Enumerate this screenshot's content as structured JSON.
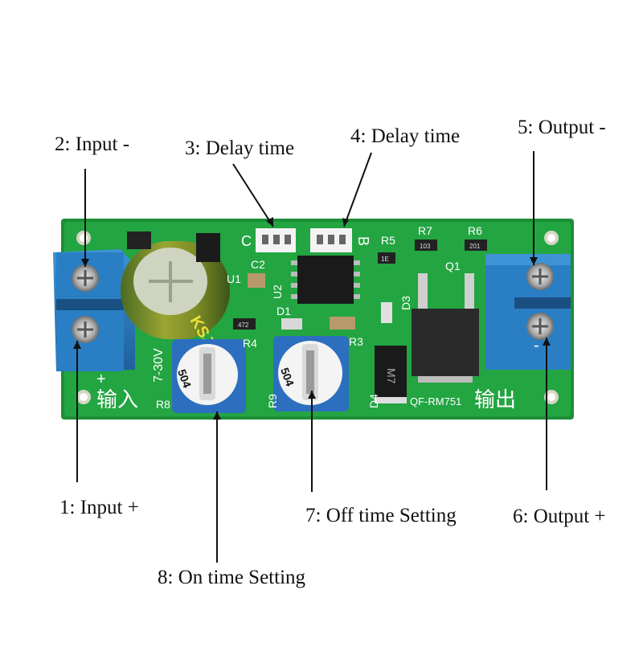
{
  "labels": {
    "input_minus": "2: Input -",
    "delay_time_3": "3: Delay time",
    "delay_time_4": "4: Delay time",
    "output_minus": "5: Output -",
    "input_plus": "1: Input +",
    "off_time": "7: Off time Setting",
    "output_plus": "6: Output +",
    "on_time": "8: On time Setting"
  },
  "board": {
    "model": "QF-RM751",
    "input_cn": "输入",
    "output_cn": "输出",
    "voltage": "7-30V",
    "pot_code": "504",
    "cap_text": "KSJ",
    "silk": {
      "c2": "C2",
      "u2": "U2",
      "u1": "U1",
      "r4": "R4",
      "d1": "D1",
      "r3": "R3",
      "r5": "R5",
      "r7": "R7",
      "r6": "R6",
      "q1": "Q1",
      "d3": "D3",
      "d4": "D4",
      "r8": "R8",
      "r9": "R9",
      "c": "C",
      "b": "B",
      "plus": "+",
      "minus": "-",
      "r472": "472",
      "r103": "103",
      "r201": "201",
      "r1e": "1E",
      "m7": "M7"
    }
  },
  "colors": {
    "pcb": "#1f9e3c",
    "terminal": "#2a7fc4",
    "pot_body": "#2d6fbf",
    "leader": "#111111"
  }
}
